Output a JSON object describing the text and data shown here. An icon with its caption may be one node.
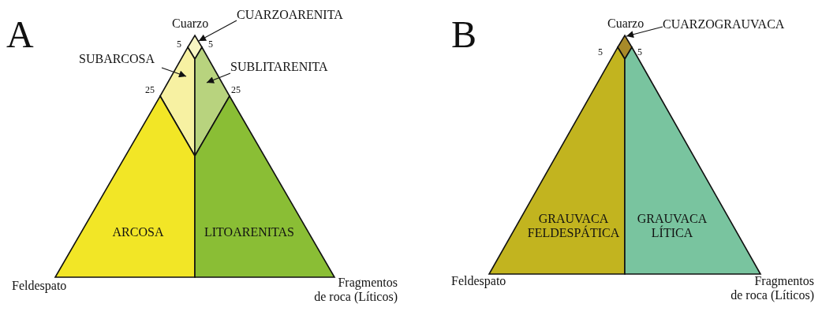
{
  "diagram": {
    "nodes": [
      {
        "text": [
          "CUARZOARENITA"
        ]
      },
      {
        "text": [],
        "shape": "diamond"
      },
      {
        "text": [
          "SUBARCOSA"
        ]
      },
      {
        "text": [],
        "shape": "polygon"
      },
      {
        "text": [
          "SUBLITARENITA"
        ]
      },
      {
        "text": [],
        "shape": "polygon"
      },
      {
        "text": [
          "ARCOSA"
        ]
      },
      {
        "text": [
          "LITOARENITAS"
        ]
      },
      {
        "text": [
          "CUARZOGRAUVACA"
        ]
      },
      {
        "text": [],
        "shape": "diamond"
      },
      {
        "text": [
          "GRAUVACA FELDESPÁTICA"
        ]
      },
      {
        "text": [
          "GRAUVACA LÍTICA"
        ]
      }
    ],
    "edges": [
      {
        "from": 0,
        "to": 1,
        "arrow": "to"
      },
      {
        "from": 2,
        "to": 3,
        "arrow": "to"
      },
      {
        "from": 4,
        "to": 5,
        "arrow": "to"
      },
      {
        "from": 8,
        "to": 9,
        "arrow": "to"
      }
    ],
    "labels": [
      "A",
      "Cuarzo",
      "5",
      "5",
      "25",
      "25",
      "Feldespato",
      "Fragmentos de roca (Líticos)",
      "B",
      "Cuarzo",
      "5",
      "5",
      "Feldespato",
      "Fragmentos de roca (Líticos)"
    ]
  }
}
